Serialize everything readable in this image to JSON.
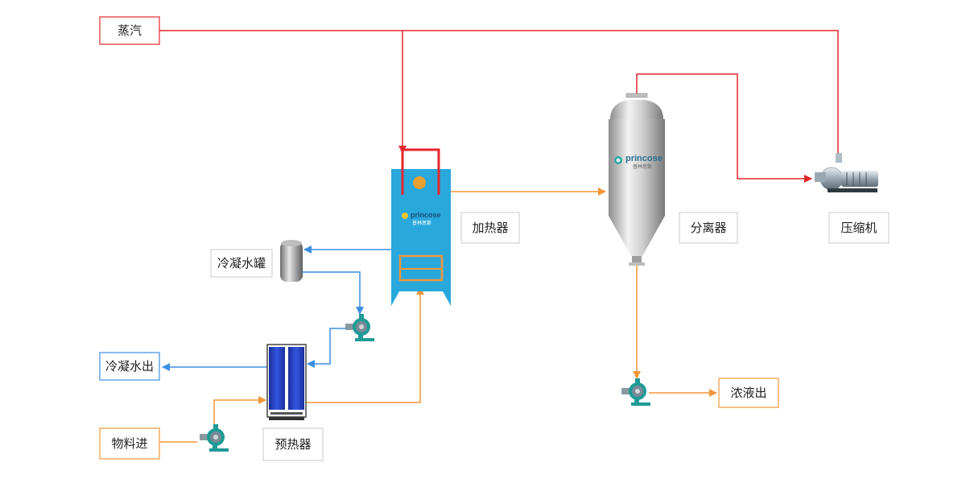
{
  "colors": {
    "steam": "#e5262b",
    "material": "#f39639",
    "condensate": "#3b8ee0",
    "vessel_blue": "#29a8dc",
    "preheater_blue": "#2244cc",
    "pump_teal": "#1f9a96",
    "box_gray_border": "#c8c8c8"
  },
  "labels": {
    "steam": "蒸汽",
    "heater": "加热器",
    "separator": "分离器",
    "compressor": "压缩机",
    "condensate_tank": "冷凝水罐",
    "condensate_out": "冷凝水出",
    "material_in": "物料进",
    "preheater": "预热器",
    "concentrate_out": "浓液出"
  },
  "brand": {
    "name": "princose",
    "sub": "普林思斯"
  },
  "icons": {
    "pump": "centrifugal-pump-icon",
    "compressor": "compressor-icon",
    "tank": "condensate-tank-icon"
  }
}
